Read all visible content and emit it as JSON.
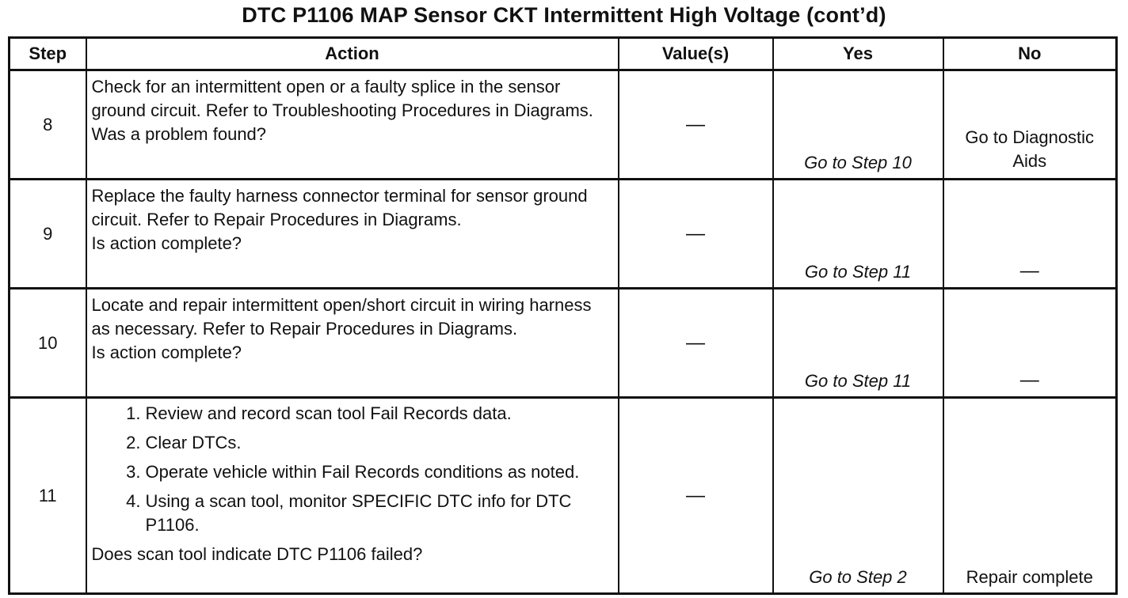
{
  "title": "DTC P1106 MAP Sensor CKT Intermittent High Voltage (cont’d)",
  "headers": {
    "step": "Step",
    "action": "Action",
    "values": "Value(s)",
    "yes": "Yes",
    "no": "No"
  },
  "rows": [
    {
      "step": "8",
      "action_text": "Check for an intermittent open or a faulty splice in the sensor ground circuit. Refer to Troubleshooting Procedures in Diagrams.",
      "question": "Was a problem found?",
      "value": "—",
      "yes": "Go to Step 10",
      "no": "Go to Diagnostic Aids"
    },
    {
      "step": "9",
      "action_text": "Replace the faulty harness connector terminal for sensor ground circuit. Refer to Repair Procedures in Diagrams.",
      "question": "Is action complete?",
      "value": "—",
      "yes": "Go to Step 11",
      "no": "—"
    },
    {
      "step": "10",
      "action_text": "Locate and repair intermittent open/short circuit in wiring harness as necessary. Refer to Repair Procedures in Diagrams.",
      "question": "Is action complete?",
      "value": "—",
      "yes": "Go to Step 11",
      "no": "—"
    },
    {
      "step": "11",
      "items": [
        {
          "num": "1.",
          "text": "Review and record scan tool Fail Records data."
        },
        {
          "num": "2.",
          "text": "Clear DTCs."
        },
        {
          "num": "3.",
          "text": "Operate vehicle within Fail Records conditions as noted."
        },
        {
          "num": "4.",
          "text": "Using a scan tool, monitor SPECIFIC DTC info for DTC P1106."
        }
      ],
      "question": "Does scan tool indicate DTC P1106 failed?",
      "value": "—",
      "yes": "Go to Step 2",
      "no": "Repair complete"
    }
  ]
}
